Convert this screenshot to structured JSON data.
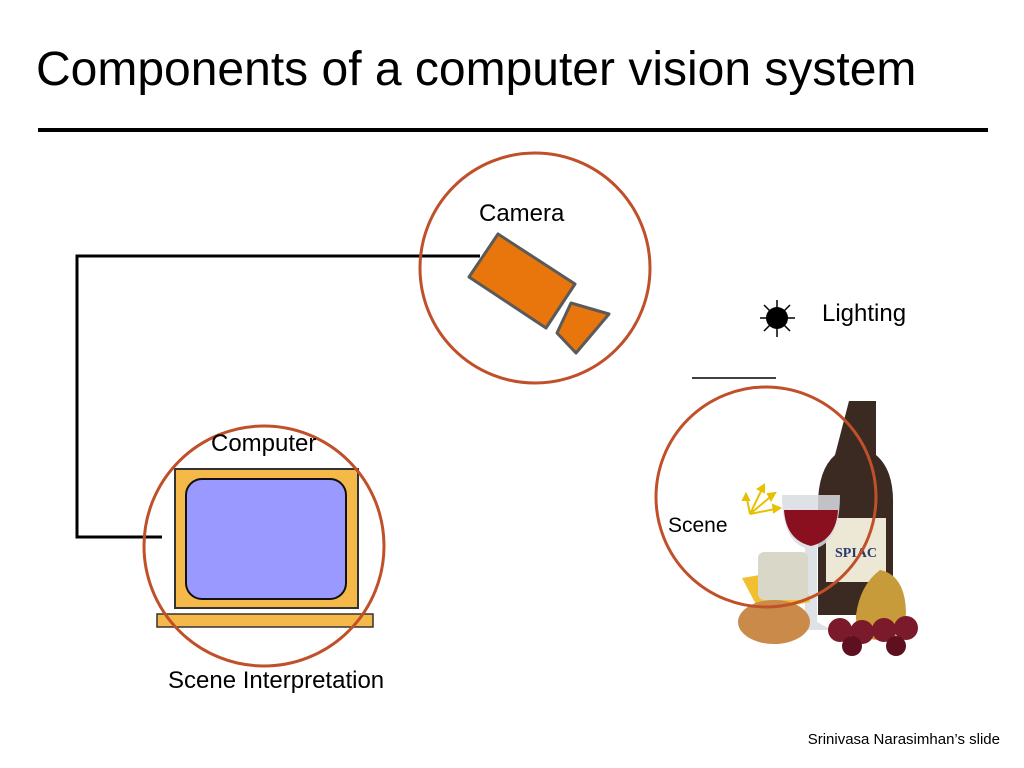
{
  "slide": {
    "title": "Components of a computer vision system",
    "credit": "Srinivasa Narasimhan’s slide"
  },
  "diagram": {
    "labels": {
      "camera": "Camera",
      "lighting": "Lighting",
      "computer": "Computer",
      "scene": "Scene",
      "interpretation": "Scene Interpretation"
    },
    "icons": [
      "camera-icon",
      "light-source-icon",
      "computer-monitor-icon",
      "still-life-scene-image"
    ],
    "scene_bottle_label": "SPIAC",
    "colors": {
      "circle_outline": "#c0502a",
      "camera_body": "#e8760c",
      "monitor_frame": "#f5b94a",
      "monitor_screen": "#9999ff",
      "light_rays": "#e8c000"
    }
  }
}
